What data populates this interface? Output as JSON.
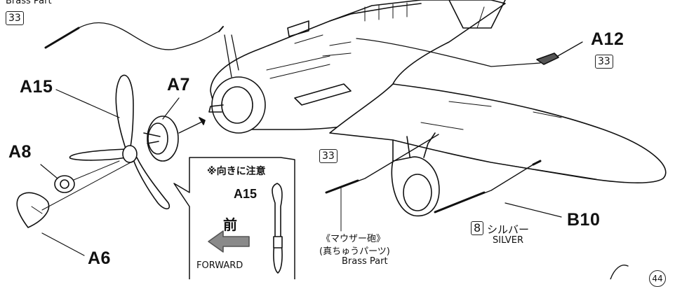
{
  "labels": {
    "brass_top": "Brass Part",
    "a12": "A12",
    "a15": "A15",
    "a7": "A7",
    "a8": "A8",
    "a6": "A6",
    "b10": "B10"
  },
  "badges": {
    "top_left": "33",
    "a12": "33",
    "mauser": "33",
    "silver": "8",
    "bottom_right": "44"
  },
  "callout": {
    "note": "※向きに注意",
    "part": "A15",
    "forward_jp": "前",
    "forward_en": "FORWARD"
  },
  "mauser": {
    "name": "《マウザー砲》",
    "sub": "(真ちゅうパーツ)",
    "en": "Brass Part"
  },
  "silver": {
    "jp": "シルバー",
    "en": "SILVER"
  }
}
